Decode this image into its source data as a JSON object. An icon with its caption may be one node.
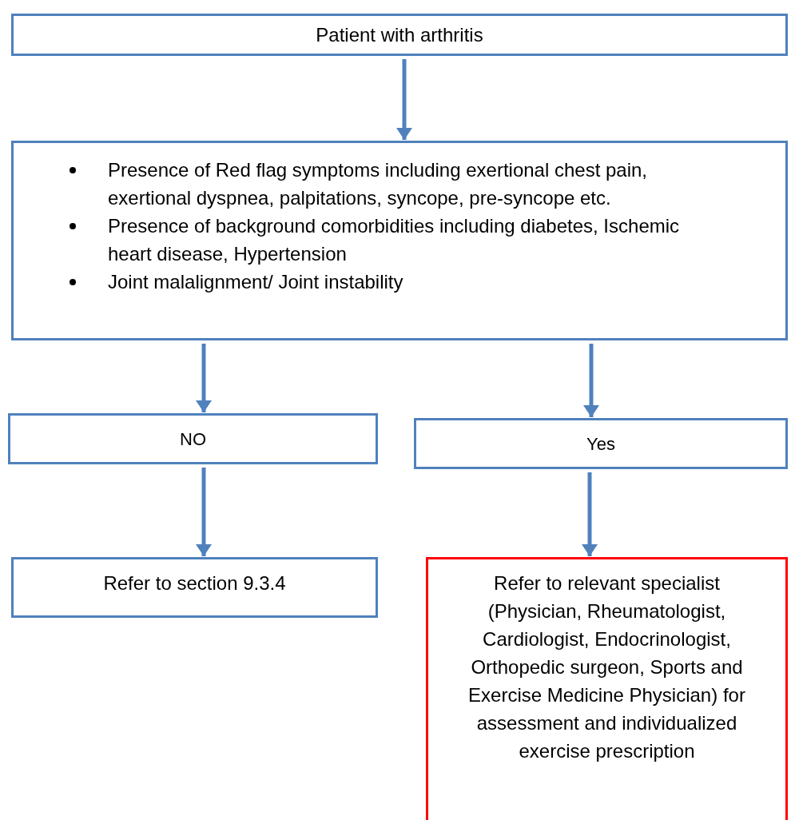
{
  "diagram": {
    "nodes": [
      {
        "text": [
          "Patient with arthritis"
        ]
      },
      {
        "text": [
          "Presence of Red flag symptoms including exertional chest pain, exertional dyspnea, palpitations, syncope, pre-syncope etc.",
          "Presence of background comorbidities including diabetes, Ischemic heart disease, Hypertension",
          "Joint malalignment/ Joint instability"
        ]
      },
      {
        "text": [
          "NO"
        ]
      },
      {
        "text": [
          "Yes"
        ]
      },
      {
        "text": [
          "Refer to section 9.3.4"
        ]
      },
      {
        "text": [
          "Refer to relevant specialist (Physician, Rheumatologist, Cardiologist, Endocrinologist, Orthopedic surgeon, Sports and Exercise Medicine Physician) for assessment and individualized exercise prescription"
        ]
      }
    ],
    "edges": [
      {
        "from": 0,
        "to": 1,
        "arrow": "to"
      },
      {
        "from": 1,
        "to": 2,
        "arrow": "to"
      },
      {
        "from": 1,
        "to": 3,
        "arrow": "to"
      },
      {
        "from": 2,
        "to": 4,
        "arrow": "to"
      },
      {
        "from": 3,
        "to": 5,
        "arrow": "to"
      }
    ]
  }
}
